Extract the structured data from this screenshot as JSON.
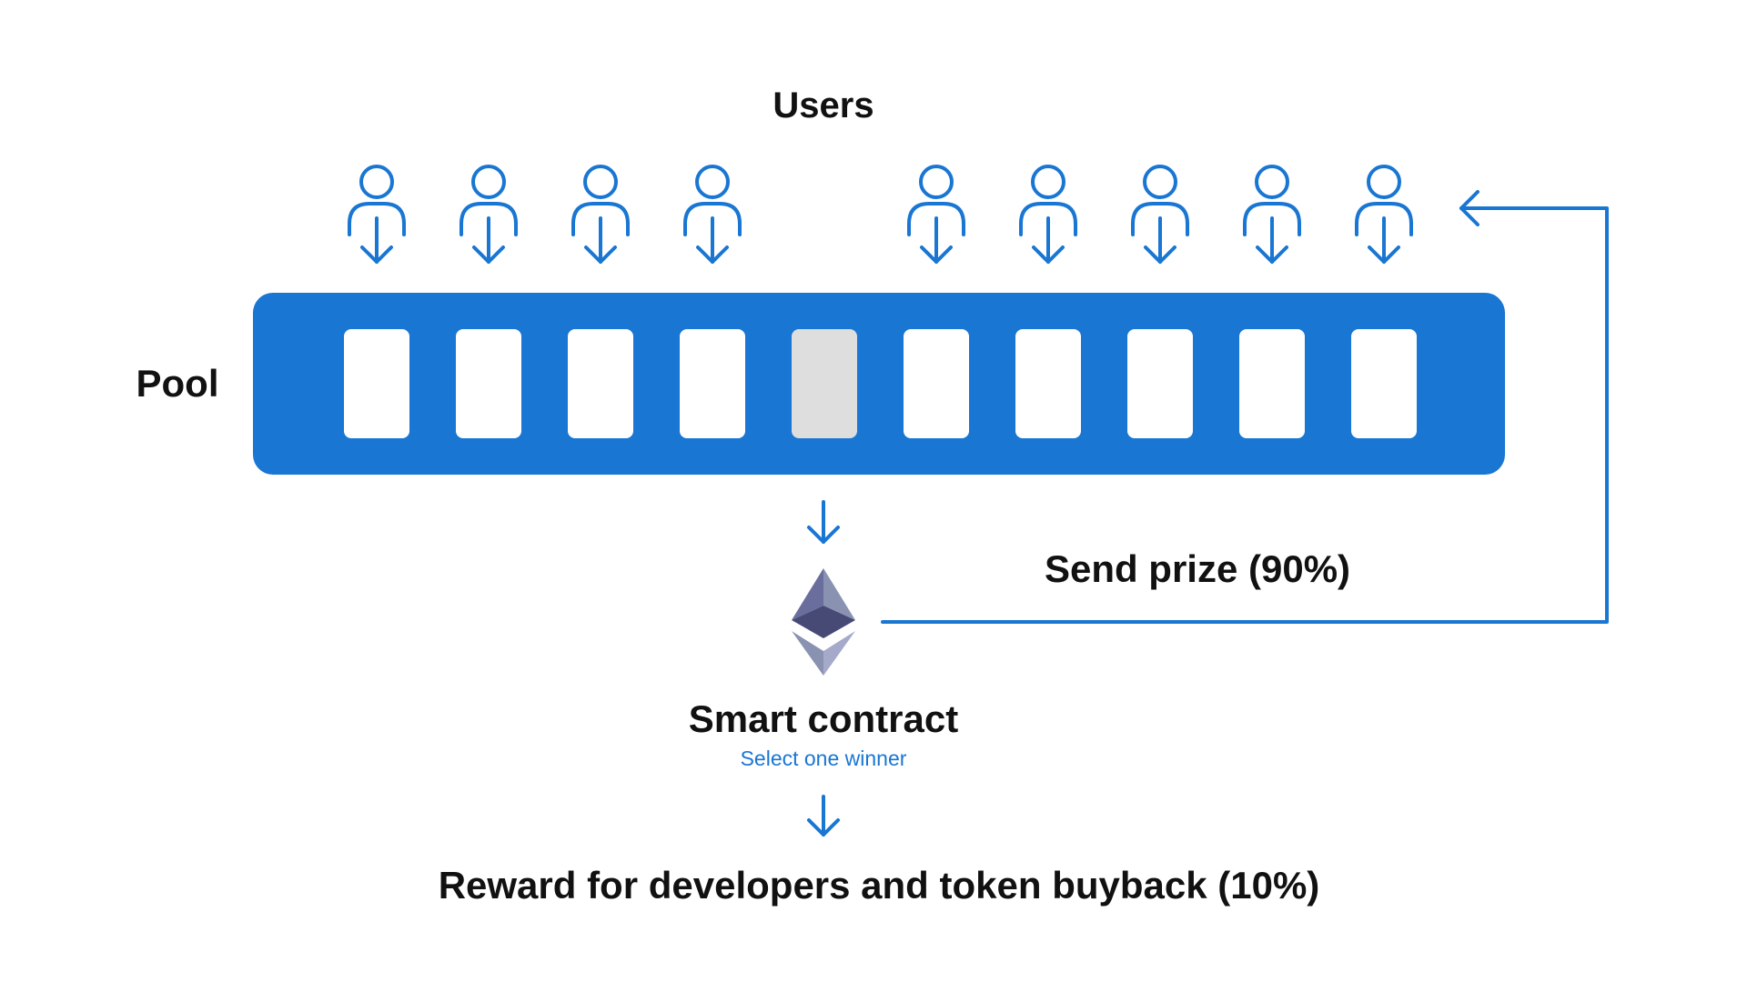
{
  "labels": {
    "users": "Users",
    "pool": "Pool",
    "send_prize": "Send prize (90%)",
    "smart_contract": "Smart contract",
    "smart_contract_sub": "Select one winner",
    "reward": "Reward for developers and token buyback (10%)"
  },
  "users": {
    "slots_with_user": [
      true,
      true,
      true,
      true,
      false,
      true,
      true,
      true,
      true,
      true
    ]
  },
  "pool": {
    "slots": [
      "filled",
      "filled",
      "filled",
      "filled",
      "selected",
      "filled",
      "filled",
      "filled",
      "filled",
      "filled"
    ]
  },
  "icons": {
    "user": "user-icon",
    "down_arrow": "down-arrow-icon",
    "contract": "ethereum-icon",
    "return_arrow": "return-arrow-icon"
  },
  "colors": {
    "accent": "#1976D2",
    "pool_bg": "#1976D2",
    "slot_filled": "#FFFFFF",
    "slot_selected": "#DEDEDE",
    "text": "#111111",
    "eth_dark": "#464A75",
    "eth_mid": "#6A6E9C",
    "eth_light": "#8A92B2",
    "eth_lighter": "#A5AACB"
  }
}
